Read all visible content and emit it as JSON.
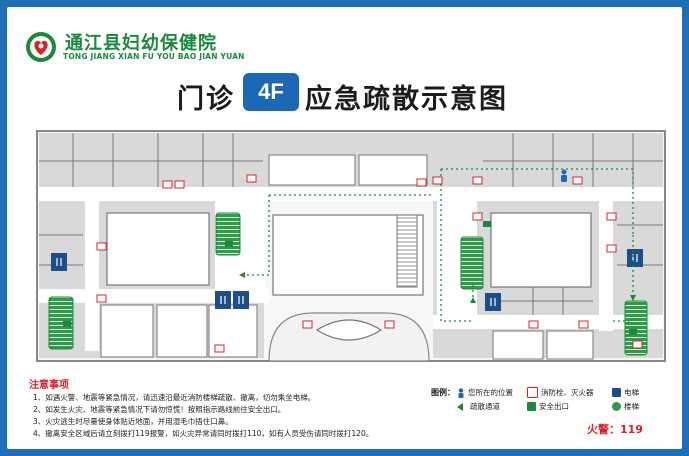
{
  "header": {
    "org_name_cn": "通江县妇幼保健院",
    "org_name_en": "TONG JIANG XIAN FU YOU BAO JIAN YUAN",
    "title_left": "门诊",
    "floor": "4F",
    "title_right": "应急疏散示意图"
  },
  "notes": {
    "title": "注意事项",
    "items": [
      "1、如遇火警、地震等紧急情况，请迅速沿最近消防楼梯疏散、撤离，切勿乘坐电梯。",
      "2、如发生火灾、地震等紧急情况下请勿惊慌！按照指示路线前往安全出口。",
      "3、火灾逃生时尽量使身体贴近地面，并用湿毛巾捂住口鼻。",
      "4、撤离安全区域后请立刻拨打119报警，如火灾异常请同时拨打110，如有人员受伤请同时拨打120。"
    ]
  },
  "legend": {
    "label": "图例：",
    "items": [
      {
        "icon": "person-location-icon",
        "text": "您所在的位置",
        "color": "#1c68b4"
      },
      {
        "icon": "fire-extinguisher-icon",
        "text": "消防栓、灭火器",
        "color": "#d8232a"
      },
      {
        "icon": "elevator-icon",
        "text": "电梯",
        "color": "#1c68b4"
      },
      {
        "icon": "evacuation-route-icon",
        "text": "疏散通道",
        "color": "#1a8a3a"
      },
      {
        "icon": "safety-exit-icon",
        "text": "安全出口",
        "color": "#1a8a3a"
      },
      {
        "icon": "stairs-icon",
        "text": "楼梯",
        "color": "#1a8a3a"
      }
    ]
  },
  "fire_alarm": "火警：119",
  "colors": {
    "frame_blue": "#1e6fb8",
    "brand_green": "#1a8a3a",
    "alert_red": "#d8232a",
    "wall_gray": "#d9d9d9"
  }
}
